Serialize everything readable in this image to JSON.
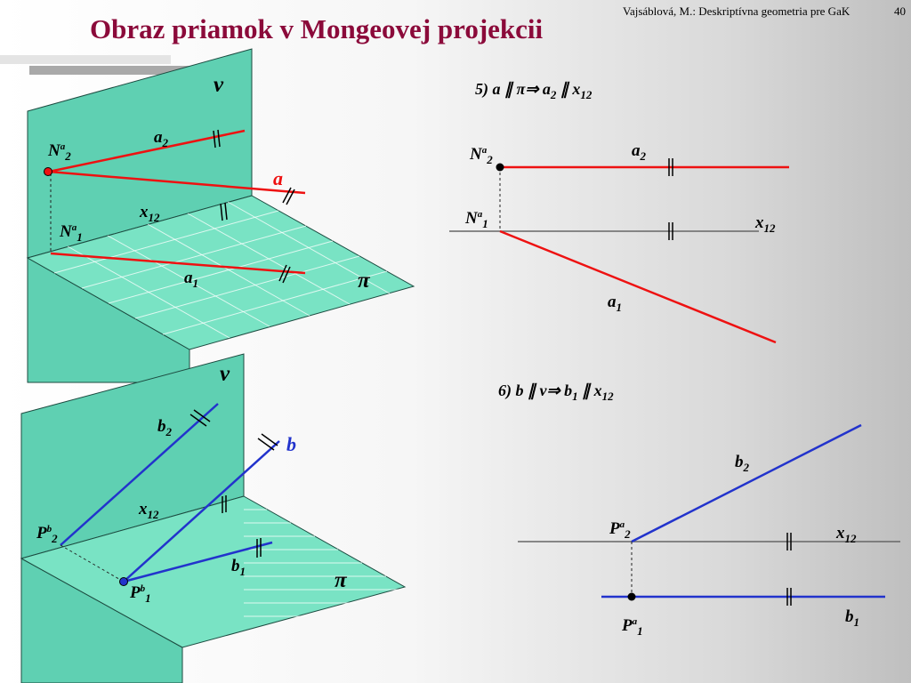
{
  "header": {
    "title": "Obraz priamok v Mongeovej projekcii",
    "reference": "Vajsáblová, M.: Deskriptívna geometria pre GaK",
    "page_number": "40"
  },
  "colors": {
    "title": "#8B0A3A",
    "plane": "#5fd0b2",
    "line_a": "#e11111",
    "line_b": "#2233cc"
  },
  "case5": {
    "heading_parts": [
      "5) ",
      "a",
      " ∥ ",
      "π",
      "⇒",
      " a",
      "2",
      " ∥ ",
      "x",
      "12"
    ],
    "nu": "ν",
    "pi": "π",
    "a": "a",
    "a2": "a",
    "a2_sub": "2",
    "a1": "a",
    "a1_sub": "1",
    "x12": "x",
    "x12_sub": "12",
    "N": "N",
    "N_sup": "a",
    "N2_sub": "2",
    "N1_sub": "1",
    "parallel_mark": "∥"
  },
  "case6": {
    "heading_parts": [
      "6) ",
      "b",
      " ∥ ",
      "ν",
      "⇒",
      " b",
      "1",
      " ∥ ",
      "x",
      "12"
    ],
    "nu": "ν",
    "pi": "π",
    "b": "b",
    "b2": "b",
    "b2_sub": "2",
    "b1": "b",
    "b1_sub": "1",
    "x12": "x",
    "x12_sub": "12",
    "P": "P",
    "P_sup_3d": "b",
    "P_sup_proj": "a",
    "P2_sub": "2",
    "P1_sub": "1"
  }
}
